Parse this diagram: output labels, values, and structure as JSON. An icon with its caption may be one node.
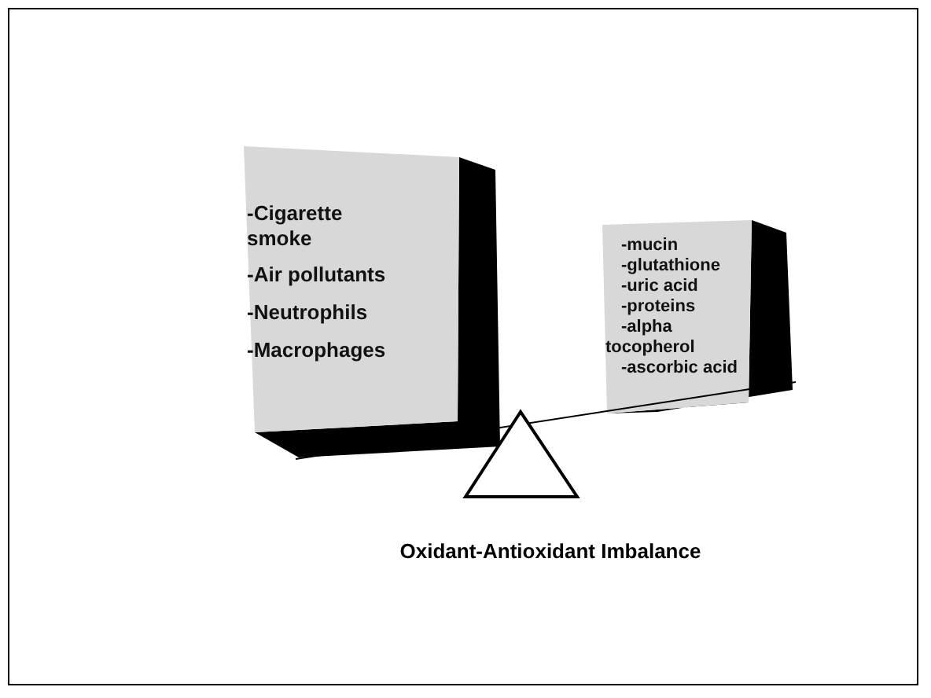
{
  "diagram": {
    "caption": "Oxidant-Antioxidant Imbalance",
    "nodes": [
      {
        "text": [
          "-Cigarette smoke",
          "-Air pollutants",
          "-Neutrophils",
          "-Macrophages"
        ]
      },
      {
        "text": [
          "-mucin",
          "-glutathione",
          "-uric acid",
          "-proteins",
          "-alpha tocopherol",
          "-ascorbic acid"
        ]
      }
    ]
  }
}
